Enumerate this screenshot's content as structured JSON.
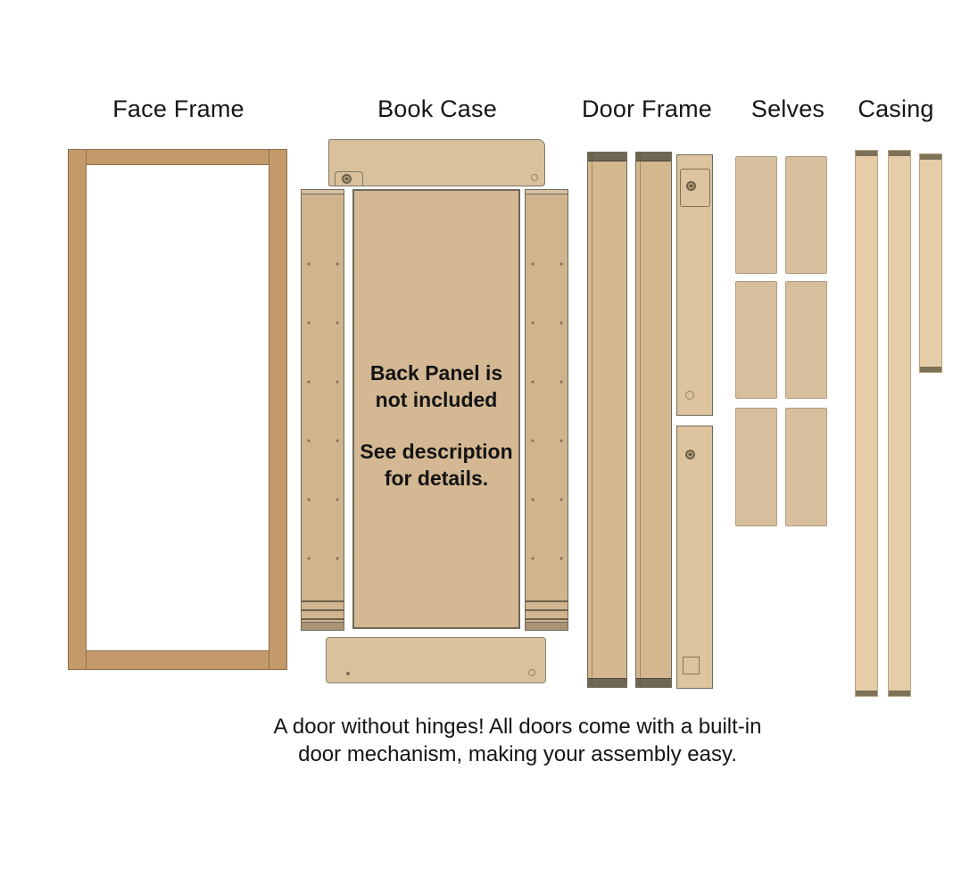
{
  "sections": [
    {
      "id": "face-frame",
      "label": "Face Frame"
    },
    {
      "id": "book-case",
      "label": "Book Case"
    },
    {
      "id": "door-frame",
      "label": "Door Frame"
    },
    {
      "id": "shelves",
      "label": "Selves"
    },
    {
      "id": "casing",
      "label": "Casing"
    }
  ],
  "back_panel_note": {
    "line1": "Back Panel is",
    "line2": "not included",
    "line3": "See description",
    "line4": "for details."
  },
  "caption": {
    "line1": "A door without hinges! All doors come with a built-in",
    "line2": "door mechanism, making your assembly easy."
  },
  "colors": {
    "background": "#ffffff",
    "face_frame_wood": "#c49a6b",
    "panel_tan": "#d3b893",
    "panel_light_tan": "#d9c19c",
    "side_panel_tan": "#cfb48e",
    "door_strip_tan": "#d3b88f",
    "door_piece_tan": "#ddc49e",
    "shelf_tan": "#d6bf9d",
    "casing_tan": "#e5cda7",
    "end_cap_dark": "#6e6754",
    "outline_dark": "#6f6a5c",
    "text_dark": "#161616"
  }
}
